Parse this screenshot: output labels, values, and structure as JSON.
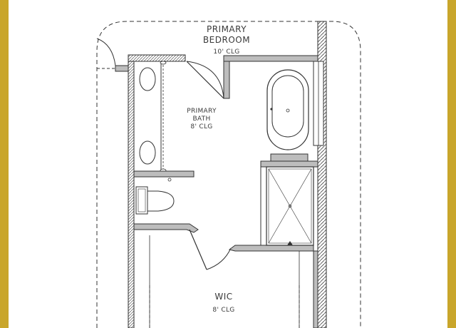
{
  "colors": {
    "frame": "#c9a62b",
    "line": "#333333",
    "wall_fill": "#bdbdbd",
    "paper": "#ffffff"
  },
  "rooms": {
    "primary_bedroom": {
      "name_line1": "PRIMARY",
      "name_line2": "BEDROOM",
      "ceiling": "10' CLG"
    },
    "primary_bath": {
      "name_line1": "PRIMARY",
      "name_line2": "BATH",
      "ceiling": "8' CLG"
    },
    "wic": {
      "name": "WIC",
      "ceiling": "8' CLG"
    }
  },
  "fixtures": [
    "sink-basin",
    "sink-basin",
    "freestanding-tub",
    "shower",
    "toilet"
  ]
}
